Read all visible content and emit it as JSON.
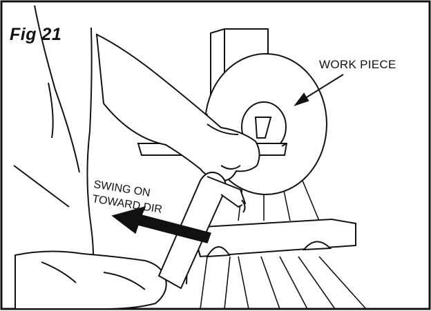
{
  "figure": {
    "label": "Fig 21",
    "callout_work_piece": "WORK PIECE",
    "callout_swing_line1": "SWING ON",
    "callout_swing_line2": "TOWARD DIR"
  },
  "colors": {
    "ink": "#111111",
    "paper": "#ffffff"
  }
}
